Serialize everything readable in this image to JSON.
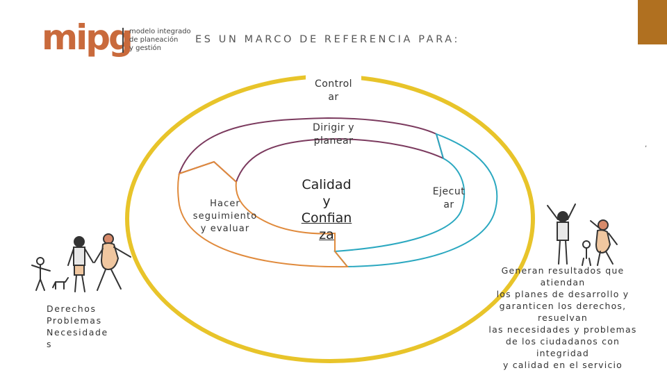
{
  "logo": {
    "word": "mipg",
    "subtitle": [
      "modelo integrado",
      "de planeación",
      "y gestión"
    ]
  },
  "heading": "ES UN MARCO DE REFERENCIA PARA:",
  "cycle": {
    "controlar": [
      "Control",
      "ar"
    ],
    "dirigir": [
      "Dirigir y",
      "planear"
    ],
    "hacer": [
      "Hacer",
      "seguimiento",
      "y evaluar"
    ],
    "ejecutar": [
      "Ejecut",
      "ar"
    ],
    "center": [
      "Calidad",
      "y",
      "Confian",
      "za"
    ]
  },
  "left_text": [
    "Derechos",
    "Problemas",
    "Necesidade",
    "s"
  ],
  "right_text": [
    "Generan resultados que",
    "atiendan",
    "los planes de desarrollo y",
    "garanticen los derechos,",
    "resuelvan",
    "las necesidades y problemas",
    "de los ciudadanos con",
    "integridad",
    "y calidad en el servicio"
  ],
  "stray_mark": "‚",
  "colors": {
    "brand": "#c96a3c",
    "corner": "#b07020",
    "outer_ring": "#e8c42a",
    "plan_arrow": "#7b3a5e",
    "execute_arrow": "#2ba8c0",
    "evaluate_arrow": "#e08a3c"
  }
}
